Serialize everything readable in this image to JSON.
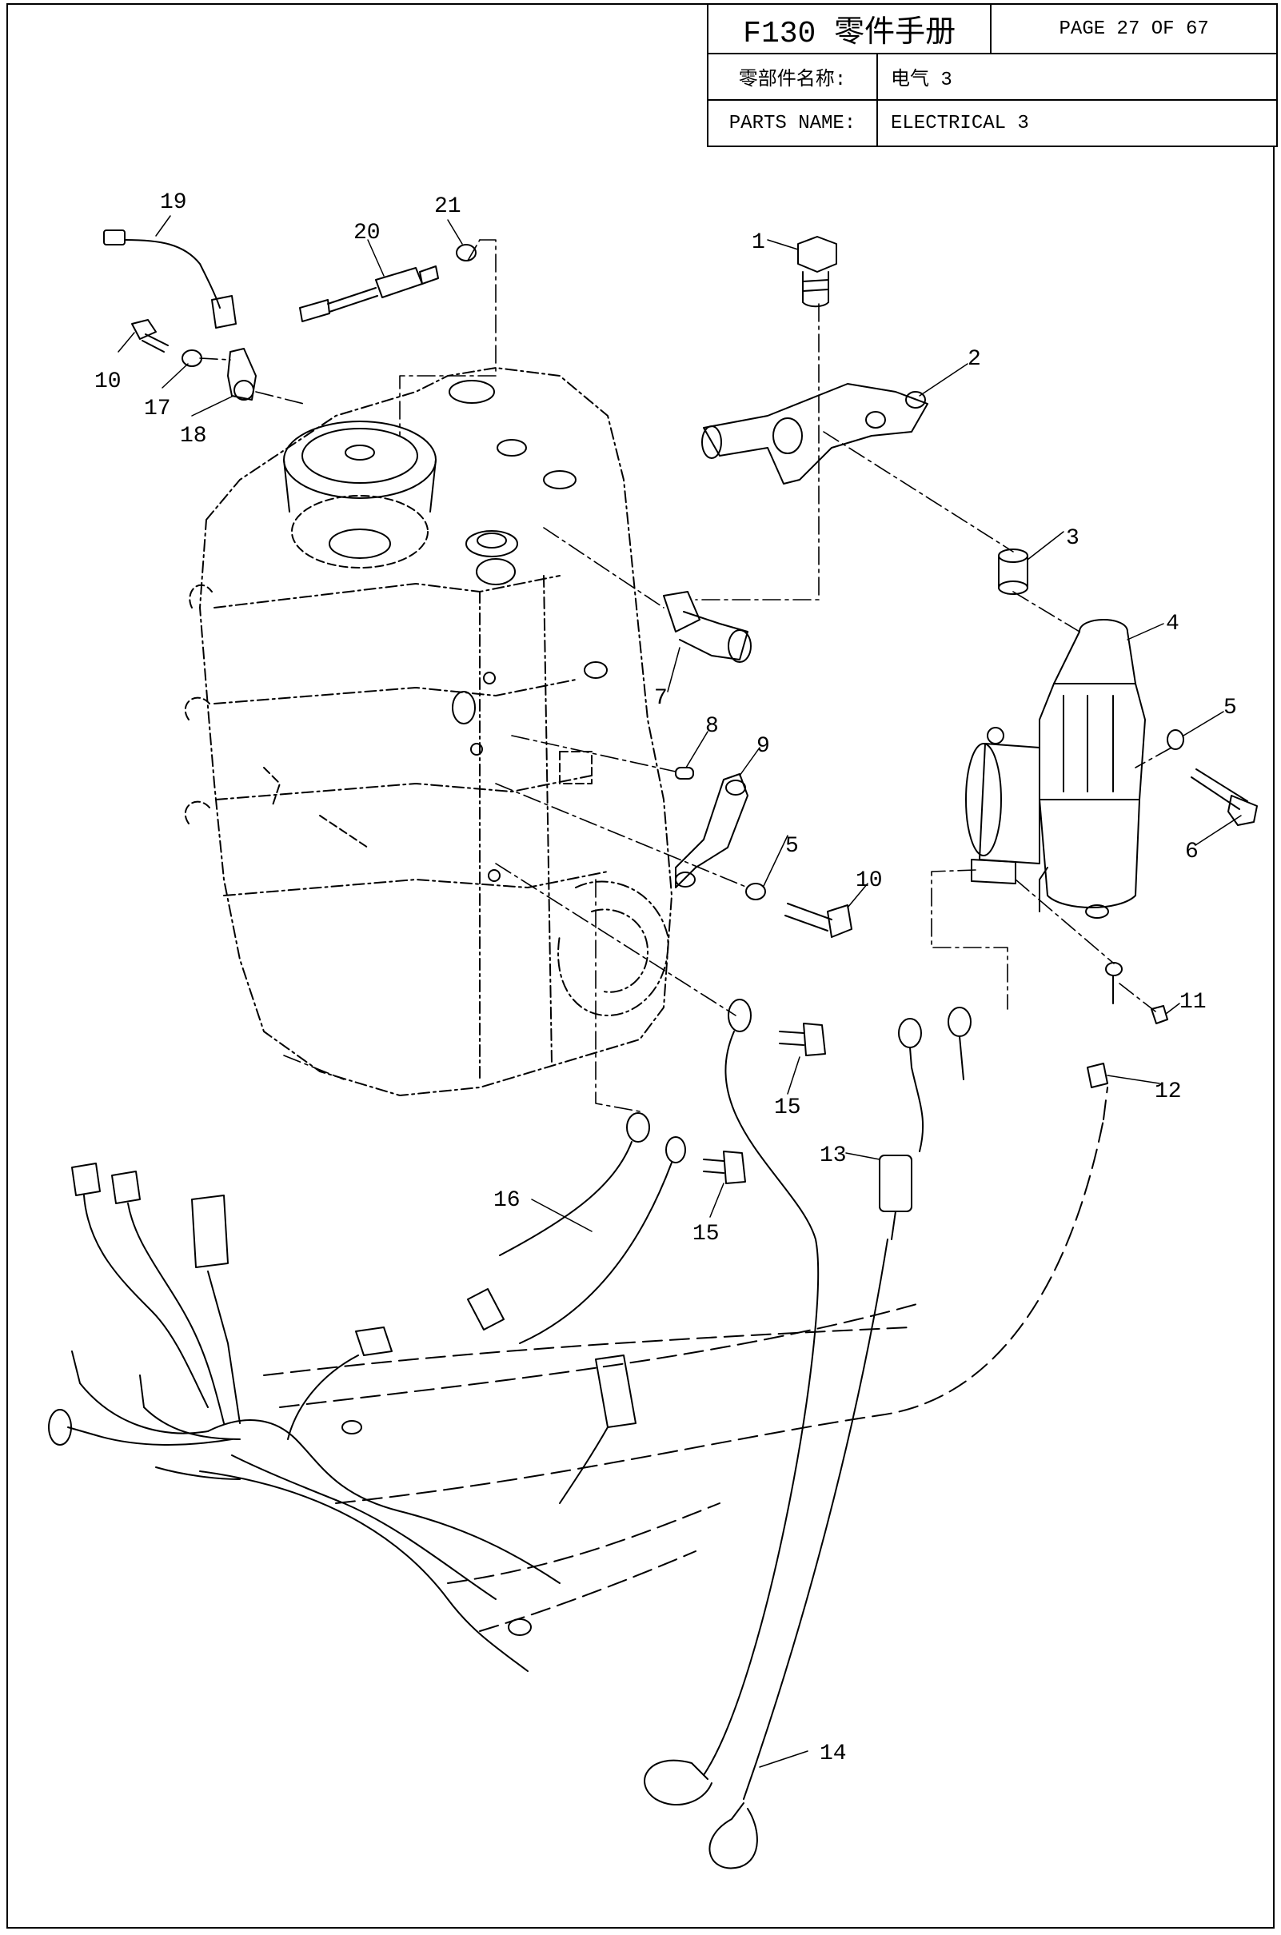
{
  "header": {
    "title": "F130 零件手册",
    "page": "PAGE 27 OF 67",
    "name_label_cn": "零部件名称:",
    "name_value_cn": "电气 3",
    "name_label_en": "PARTS NAME:",
    "name_value_en": "ELECTRICAL 3"
  },
  "callouts": [
    {
      "id": "c1",
      "label": "1"
    },
    {
      "id": "c2",
      "label": "2"
    },
    {
      "id": "c3",
      "label": "3"
    },
    {
      "id": "c4",
      "label": "4"
    },
    {
      "id": "c5a",
      "label": "5"
    },
    {
      "id": "c5b",
      "label": "5"
    },
    {
      "id": "c6",
      "label": "6"
    },
    {
      "id": "c7",
      "label": "7"
    },
    {
      "id": "c8",
      "label": "8"
    },
    {
      "id": "c9",
      "label": "9"
    },
    {
      "id": "c10a",
      "label": "10"
    },
    {
      "id": "c10b",
      "label": "10"
    },
    {
      "id": "c11",
      "label": "11"
    },
    {
      "id": "c12",
      "label": "12"
    },
    {
      "id": "c13",
      "label": "13"
    },
    {
      "id": "c14",
      "label": "14"
    },
    {
      "id": "c15a",
      "label": "15"
    },
    {
      "id": "c15b",
      "label": "15"
    },
    {
      "id": "c16",
      "label": "16"
    },
    {
      "id": "c17",
      "label": "17"
    },
    {
      "id": "c18",
      "label": "18"
    },
    {
      "id": "c19",
      "label": "19"
    },
    {
      "id": "c20",
      "label": "20"
    },
    {
      "id": "c21",
      "label": "21"
    }
  ]
}
